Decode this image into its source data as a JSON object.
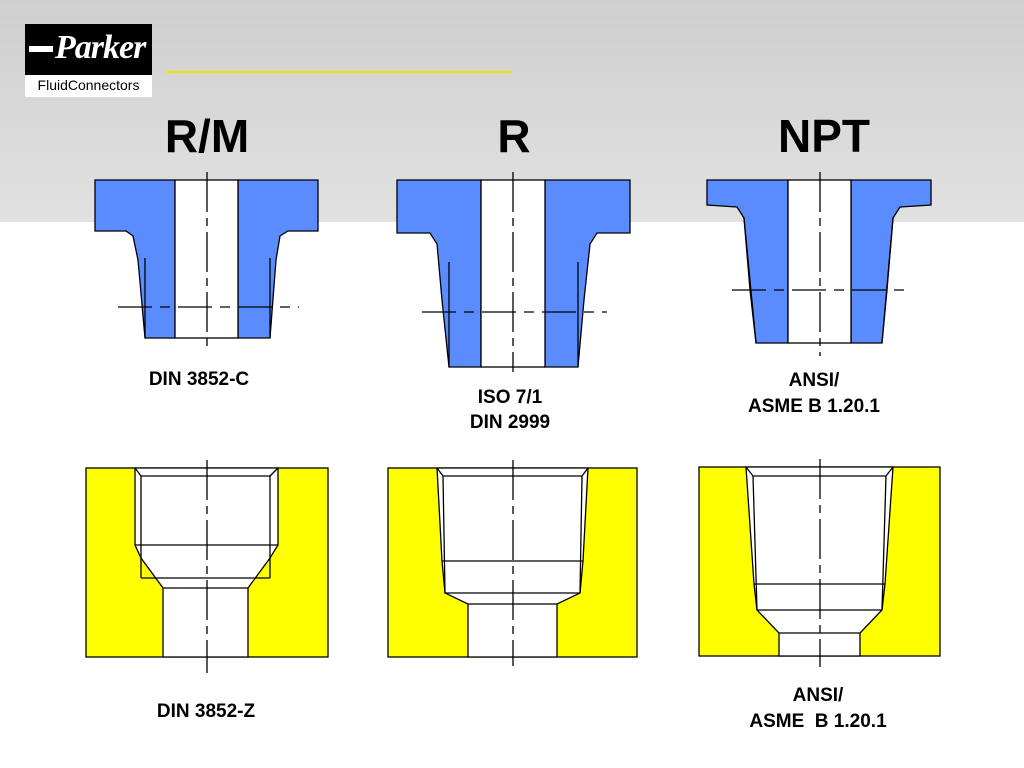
{
  "logo": {
    "brand": "Parker",
    "subtitle": "FluidConnectors"
  },
  "columns": [
    {
      "title": "R/M"
    },
    {
      "title": "R"
    },
    {
      "title": "NPT"
    }
  ],
  "captions": {
    "male_rm": "DIN 3852-C",
    "male_r_line1": "ISO 7/1",
    "male_r_line2": "DIN 2999",
    "male_npt_line1": "ANSI/",
    "male_npt_line2": "ASME B 1.20.1",
    "female_rm": "DIN 3852-Z",
    "female_npt_line1": "ANSI/",
    "female_npt_line2": "ASME  B 1.20.1"
  },
  "colors": {
    "male_fill": "#5b8cff",
    "female_fill": "#ffff00",
    "outline": "#000000",
    "header_band": "#d9d9d9",
    "accent_line": "#f2e600"
  }
}
